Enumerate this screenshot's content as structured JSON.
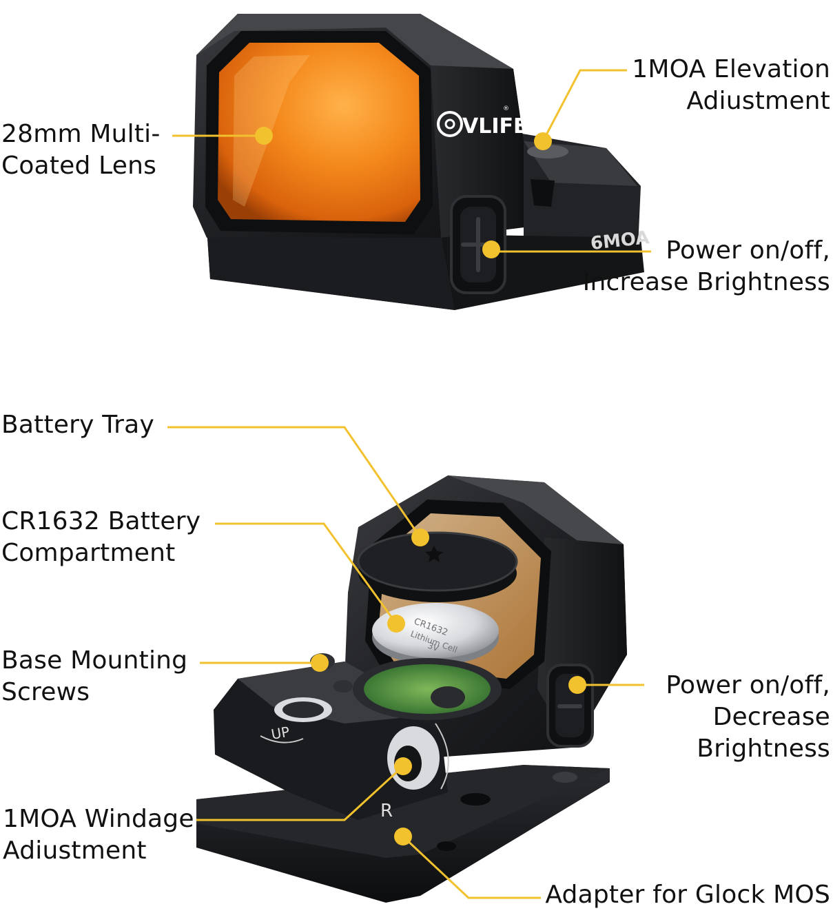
{
  "brand": {
    "logo_text": "VLIFE",
    "registered_mark": "®"
  },
  "markings": {
    "reticle_size": "6MOA",
    "windage_dir": "R",
    "elevation_dir": "UP",
    "battery_text": [
      "CR1632",
      "Lithium Cell",
      "3V"
    ]
  },
  "labels": {
    "lens": [
      "28mm Multi-",
      "Coated Lens"
    ],
    "elevation": [
      "1MOA Elevation",
      "Adiustment"
    ],
    "power_up": [
      "Power on/off,",
      "Increase Brightness"
    ],
    "battery_tray": [
      "Battery Tray"
    ],
    "battery_compartment": [
      "CR1632 Battery",
      "Compartment"
    ],
    "base_screws": [
      "Base Mounting",
      "Screws"
    ],
    "power_down": [
      "Power on/off,",
      "Decrease",
      "Brightness"
    ],
    "windage": [
      "1MOA Windage",
      "Adiustment"
    ],
    "adapter": [
      "Adapter for Glock MOS"
    ]
  },
  "colors": {
    "callout": "#f2c12e",
    "body": "#1c1d20",
    "lens": "#f08a1a",
    "text": "#111111"
  }
}
